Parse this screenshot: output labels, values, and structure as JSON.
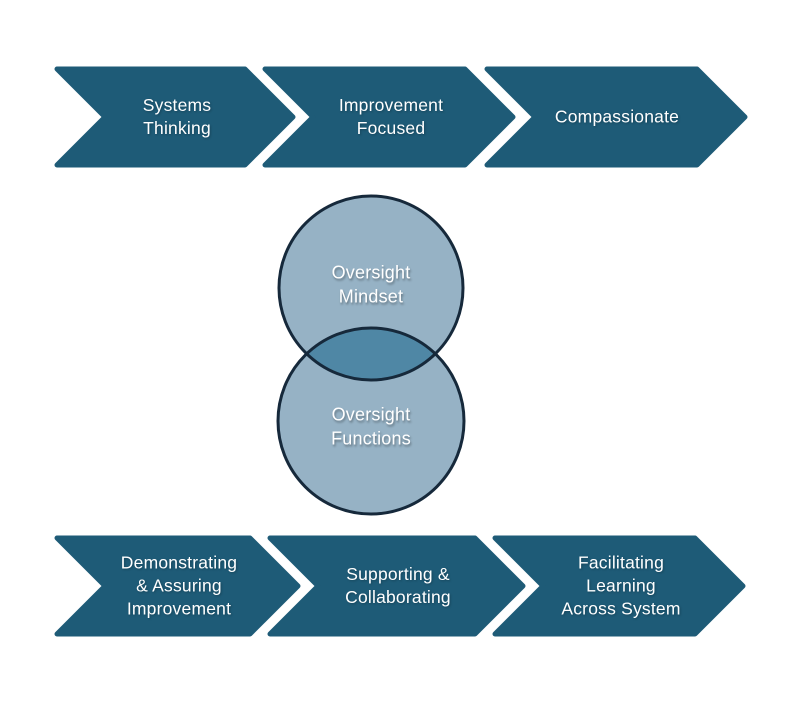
{
  "colors": {
    "background": "#FFFFFF",
    "arrow_fill": "#1E5B77",
    "circle_fill": "#96B2C5",
    "overlap_fill": "#4F87A5",
    "circle_stroke": "#16293B",
    "label_text": "#FFFFFF"
  },
  "top_arrows": [
    {
      "label": "Systems\nThinking"
    },
    {
      "label": "Improvement\nFocused"
    },
    {
      "label": "Compassionate"
    }
  ],
  "venn": {
    "top_circle": {
      "label": "Oversight\nMindset"
    },
    "bottom_circle": {
      "label": "Oversight\nFunctions"
    }
  },
  "bottom_arrows": [
    {
      "label": "Demonstrating\n& Assuring\nImprovement"
    },
    {
      "label": "Supporting &\nCollaborating"
    },
    {
      "label": "Facilitating\nLearning\nAcross System"
    }
  ]
}
